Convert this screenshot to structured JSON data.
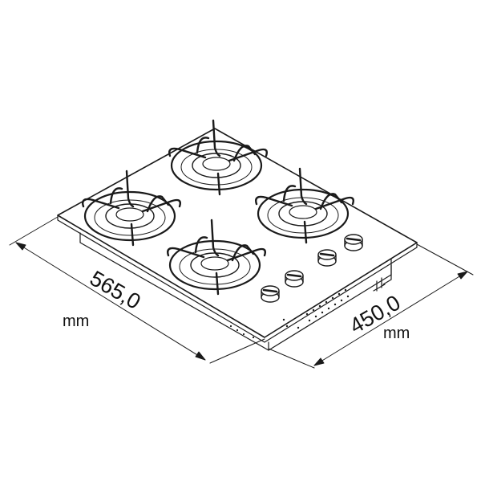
{
  "dimensions": {
    "width_value": "565,0",
    "width_unit": "mm",
    "depth_value": "450,0",
    "depth_unit": "mm"
  },
  "product": {
    "burners": [
      {
        "id": "back-left"
      },
      {
        "id": "back-right"
      },
      {
        "id": "front-left"
      },
      {
        "id": "front-right"
      }
    ],
    "knob_count": 4
  },
  "colors": {
    "line": "#1a1a1a",
    "background": "#ffffff"
  }
}
